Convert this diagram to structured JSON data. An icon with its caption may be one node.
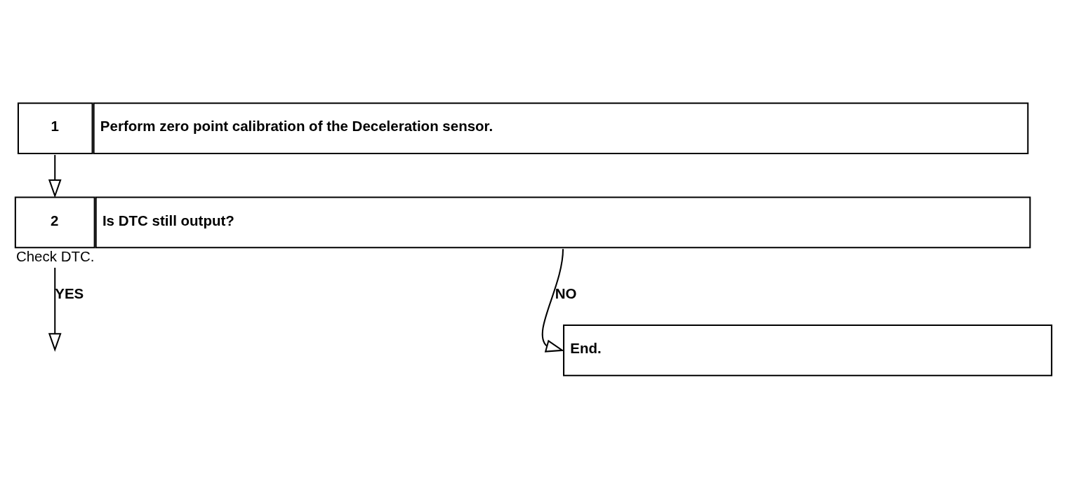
{
  "diagram": {
    "nodes": [
      {
        "text": [
          "1",
          "Perform zero point calibration of the Deceleration sensor."
        ]
      },
      {
        "text": [
          "2",
          "Is DTC still output?"
        ],
        "beside": [
          "Check DTC."
        ]
      },
      {
        "text": [
          "End."
        ]
      }
    ],
    "edges": [
      {
        "from": 0,
        "to": 1,
        "arrow": "to"
      },
      {
        "from": 1,
        "to": 2,
        "arrow": "to",
        "label": "NO"
      },
      {
        "from": 1,
        "to": null,
        "arrow": "to",
        "label": "YES"
      }
    ]
  }
}
